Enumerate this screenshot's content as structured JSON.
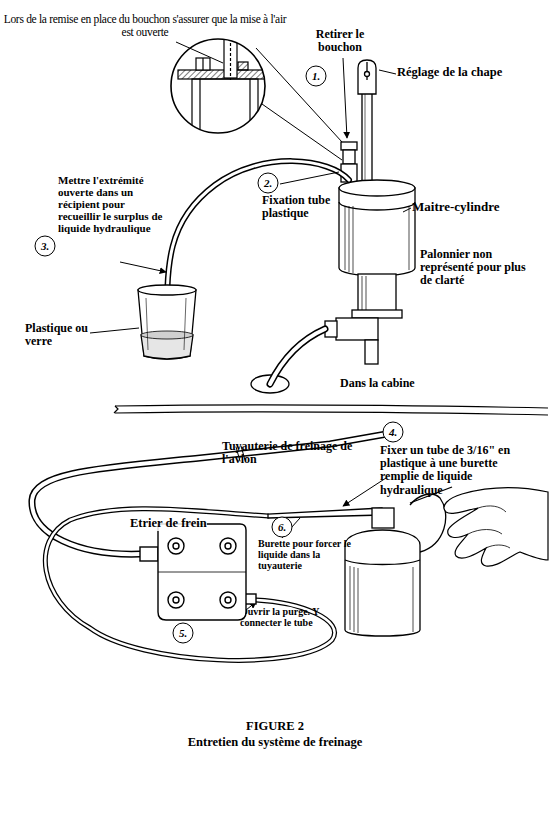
{
  "diagram": {
    "title": "FIGURE 2",
    "caption": "Entretien du système de freinage",
    "nodes": [
      {
        "text": [
          "1."
        ]
      },
      {
        "text": [
          "2."
        ]
      },
      {
        "text": [
          "3."
        ]
      },
      {
        "text": [
          "4."
        ]
      },
      {
        "text": [
          "Etrier de frein"
        ]
      },
      {
        "text": [
          "6."
        ]
      },
      {
        "text": [
          "5."
        ]
      }
    ],
    "labels": [
      "Lors de la remise en place du bouchon s'assurer que la mise à l'air est ouverte",
      "Retirer le bouchon",
      "Réglage de la chape",
      "Fixation tube plastique",
      "Maitre-cylindre",
      "Palonnier non représenté pour plus de clarté",
      "Mettre l'extrémité ouverte dans un récipient pour recueillir le surplus de liquide hydraulique",
      "Plastique ou verre",
      "Dans la cabine",
      "Tuyauterie de freinage de l'avion",
      "Fixer un tube de 3/16\" en plastique à une burette remplie de liquide hydraulique",
      "Burette pour forcer le liquide dans la tuyauterie",
      "Ouvrir la purge. Y connecter le tube"
    ]
  }
}
